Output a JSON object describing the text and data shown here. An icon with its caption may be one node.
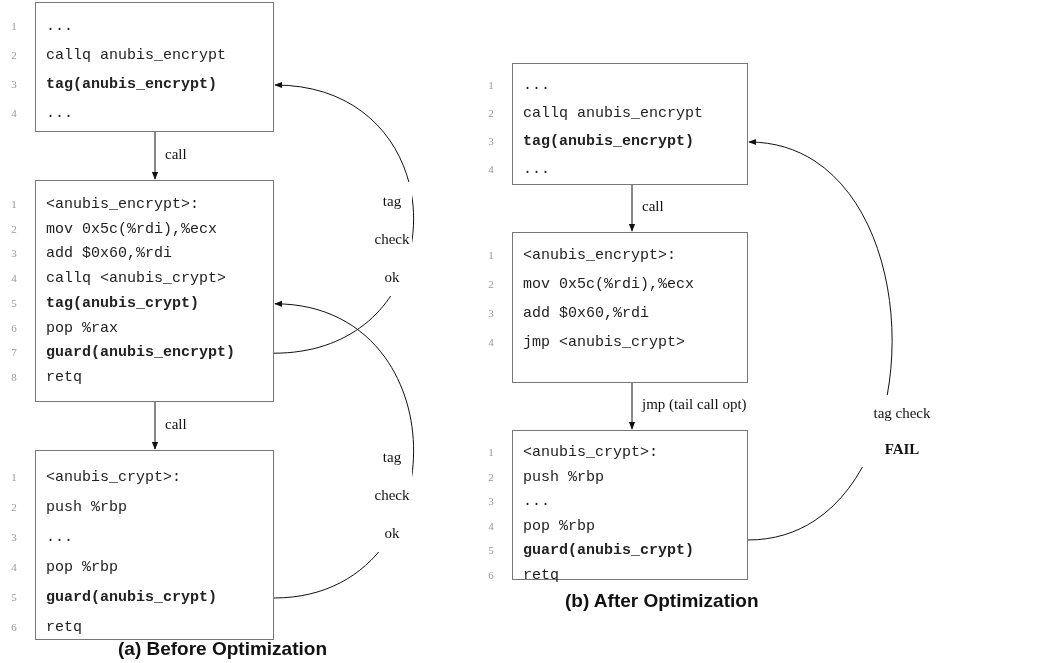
{
  "diagram": {
    "nodes": [
      {
        "text": [
          "...",
          "callq anubis_encrypt",
          "tag(anubis_encrypt)",
          "..."
        ],
        "beside": [
          "1",
          "2",
          "3",
          "4"
        ]
      },
      {
        "text": [
          "<anubis_encrypt>:",
          "mov 0x5c(%rdi),%ecx",
          "add $0x60,%rdi",
          "callq <anubis_crypt>",
          "tag(anubis_crypt)",
          "pop %rax",
          "guard(anubis_encrypt)",
          "retq"
        ],
        "beside": [
          "1",
          "2",
          "3",
          "4",
          "5",
          "6",
          "7",
          "8"
        ]
      },
      {
        "text": [
          "<anubis_crypt>:",
          "push %rbp",
          "...",
          "pop %rbp",
          "guard(anubis_crypt)",
          "retq"
        ],
        "beside": [
          "1",
          "2",
          "3",
          "4",
          "5",
          "6"
        ]
      },
      {
        "text": [
          "...",
          "callq anubis_encrypt",
          "tag(anubis_encrypt)",
          "..."
        ],
        "beside": [
          "1",
          "2",
          "3",
          "4"
        ]
      },
      {
        "text": [
          "<anubis_encrypt>:",
          "mov 0x5c(%rdi),%ecx",
          "add $0x60,%rdi",
          "jmp <anubis_crypt>"
        ],
        "beside": [
          "1",
          "2",
          "3",
          "4"
        ]
      },
      {
        "text": [
          "<anubis_crypt>:",
          "push %rbp",
          "...",
          "pop %rbp",
          "guard(anubis_crypt)",
          "retq"
        ],
        "beside": [
          "1",
          "2",
          "3",
          "4",
          "5",
          "6"
        ]
      }
    ],
    "edges": [
      {
        "from": 0,
        "to": 1,
        "arrow": "to",
        "label": "call"
      },
      {
        "from": 1,
        "to": 2,
        "arrow": "to",
        "label": "call"
      },
      {
        "from": 1,
        "to": 0,
        "arrow": "to",
        "label": "tag check ok"
      },
      {
        "from": 2,
        "to": 1,
        "arrow": "to",
        "label": "tag check ok"
      },
      {
        "from": 3,
        "to": 4,
        "arrow": "to",
        "label": "call"
      },
      {
        "from": 4,
        "to": 5,
        "arrow": "to",
        "label": "jmp (tail call opt)"
      },
      {
        "from": 5,
        "to": 3,
        "arrow": "to",
        "label": "tag check **FAIL**"
      }
    ],
    "labels": [
      "(a) Before Optimization",
      "(b) After Optimization"
    ]
  }
}
